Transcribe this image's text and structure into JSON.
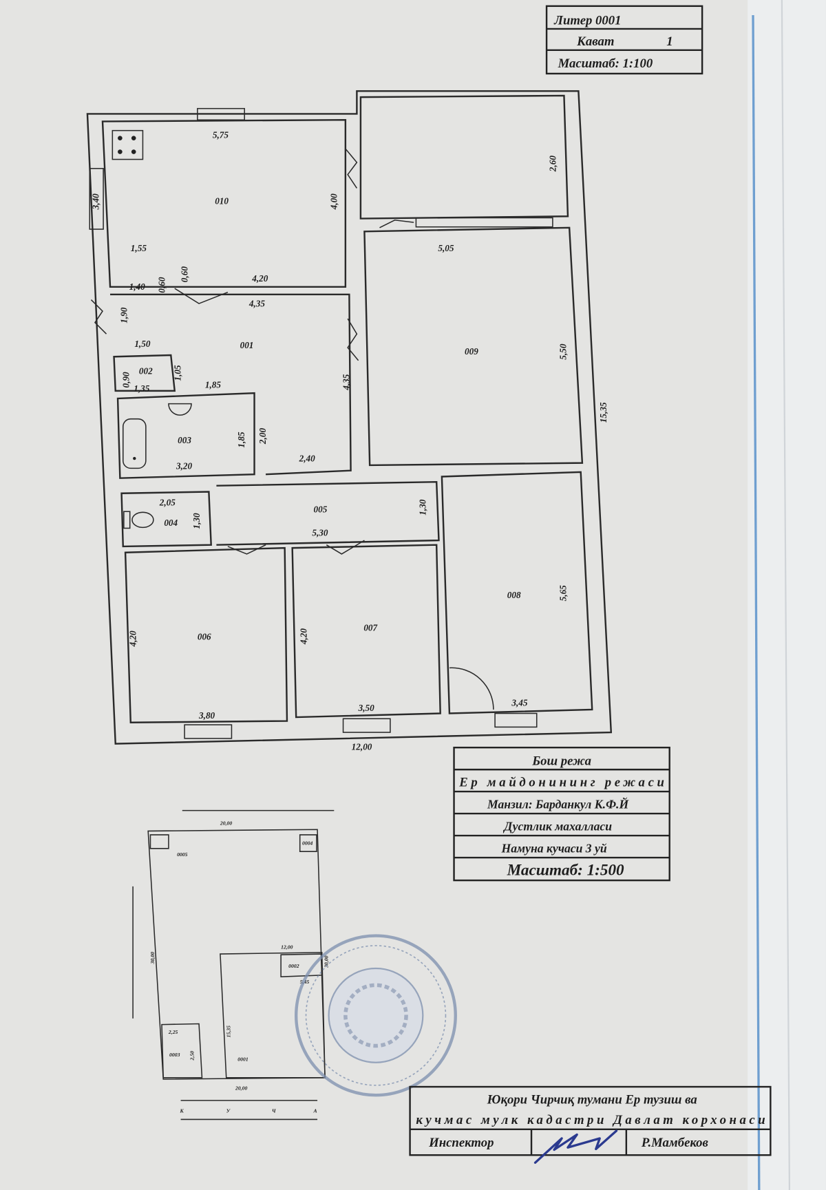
{
  "title_block": {
    "liter": "Литер 0001",
    "floor_label": "Кават",
    "floor_value": "1",
    "scale": "Масштаб: 1:100"
  },
  "floor_plan": {
    "rooms": [
      "010",
      "001",
      "002",
      "003",
      "004",
      "005",
      "006",
      "007",
      "008",
      "009"
    ],
    "dimensions": [
      "5,75",
      "3,40",
      "1,55",
      "0,60",
      "4,20",
      "4,00",
      "2,60",
      "5,05",
      "1,40",
      "0,60",
      "4,35",
      "1,90",
      "1,50",
      "0,90",
      "1,35",
      "1,05",
      "1,85",
      "4,35",
      "5,50",
      "15,35",
      "1,85",
      "2,00",
      "3,20",
      "2,40",
      "2,05",
      "1,30",
      "5,30",
      "1,30",
      "5,65",
      "4,20",
      "4,20",
      "3,80",
      "3,50",
      "3,45",
      "12,00"
    ]
  },
  "general_plan": {
    "rows": [
      "Бош режа",
      "Ер майдонининг режаси",
      "Манзил: Барданкул К.Ф.Й",
      "Дустлик махалласи",
      "Намуна кучаси 3 уй",
      "Масштаб: 1:500"
    ]
  },
  "site_plan": {
    "buildings": [
      "0001",
      "0002",
      "0003",
      "0004",
      "0005"
    ],
    "dimensions": [
      "20,00",
      "20,00",
      "30,00",
      "30,00",
      "12,00",
      "5,45",
      "15,35",
      "2,25",
      "2,50"
    ],
    "axis_letters": [
      "К",
      "У",
      "Ч",
      "А"
    ]
  },
  "footer": {
    "org_line1": "Юқори Чирчиқ тумани Ер тузиш ва",
    "org_line2": "кучмас мулк кадастри Давлат корхонаси",
    "role": "Инспектор",
    "inspector_name": "Р.Мамбеков"
  },
  "colors": {
    "paper": "#e4e4e2",
    "ink": "#2a2a2a",
    "stamp": "#7d8fae",
    "signature": "#2b3a8f",
    "binder": "#6f9fd0"
  }
}
